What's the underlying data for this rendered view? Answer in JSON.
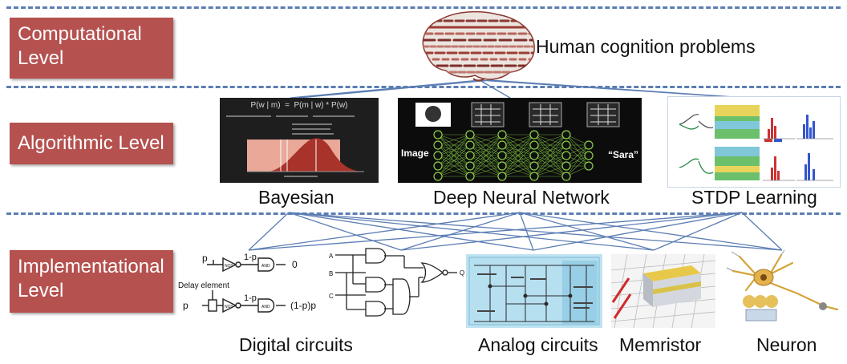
{
  "levels": {
    "computational": {
      "line1": "Computational",
      "line2": "Level"
    },
    "algorithmic": {
      "line1": "Algorithmic Level"
    },
    "implementational": {
      "line1": "Implementational",
      "line2": "Level"
    }
  },
  "computational": {
    "label": "Human cognition problems"
  },
  "algorithms": {
    "bayesian": {
      "label": "Bayesian",
      "formula": "P(w | m)  =  P(m | w) * P(w)"
    },
    "dnn": {
      "label": "Deep Neural Network",
      "input_label": "Image",
      "output_label": "“Sara”"
    },
    "stdp": {
      "label": "STDP Learning"
    }
  },
  "implementations": {
    "digital": {
      "label": "Digital circuits",
      "p": "p",
      "one_minus_p": "1-p",
      "and_label": "AND",
      "not_label": "NOT",
      "zero": "0",
      "delay_label": "Delay element",
      "out_label": "(1-p)p",
      "in_a": "A",
      "in_b": "B",
      "in_c": "C",
      "out_q": "Q"
    },
    "analog": {
      "label": "Analog circuits"
    },
    "memristor": {
      "label": "Memristor"
    },
    "neuron": {
      "label": "Neuron"
    }
  },
  "colors": {
    "level_box": "#b5514f",
    "divider": "#5b7db3",
    "connector": "#5b7db3",
    "analog_bg": "#bfe3f2"
  },
  "icons": [
    "brain-icon",
    "neuron-icon",
    "memristor-icon"
  ]
}
